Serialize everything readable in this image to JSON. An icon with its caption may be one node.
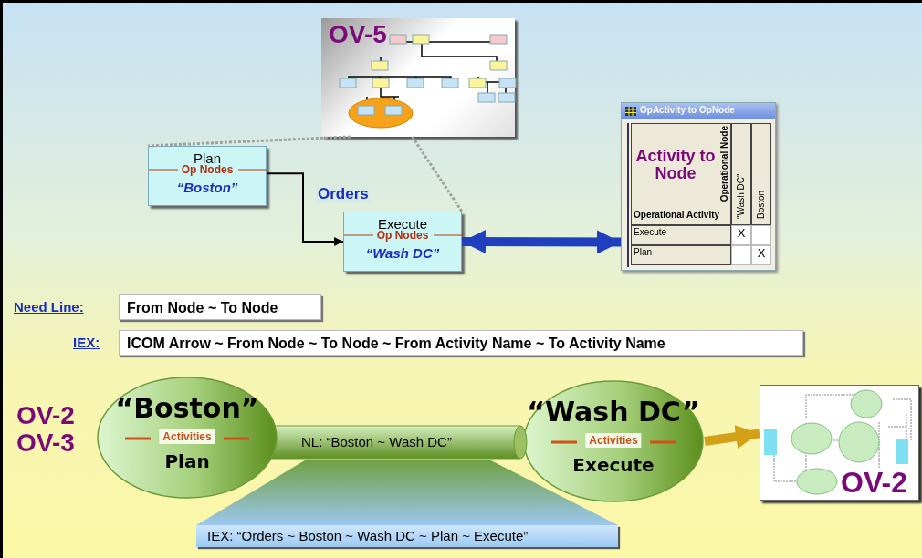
{
  "diagram": {
    "nodes": [
      {
        "text": [
          "OV-5"
        ]
      },
      {
        "text": [
          "Plan",
          "Op Nodes",
          "“Boston”"
        ]
      },
      {
        "text": [
          "Execute",
          "Op Nodes",
          "“Wash DC”"
        ]
      },
      {
        "text": [
          "OpActivity to OpNode",
          "Activity to Node",
          "Operational Activity",
          "Operational Node",
          "\"Wash DC\"",
          "Boston",
          "Execute",
          "X",
          "Plan",
          "X"
        ]
      },
      {
        "text": [
          "From Node ~ To Node"
        ],
        "beside": [
          "Need Line:"
        ]
      },
      {
        "text": [
          "ICOM Arrow ~ From Node ~ To Node ~ From Activity Name ~ To Activity Name"
        ],
        "beside": [
          "IEX:"
        ]
      },
      {
        "text": [
          "“Boston”",
          "Activities",
          "Plan"
        ]
      },
      {
        "text": [
          "NL: “Boston ~ Wash DC”"
        ]
      },
      {
        "text": [
          "“Wash DC”",
          "Activities",
          "Execute"
        ]
      },
      {
        "text": [
          "IEX: “Orders ~ Boston ~ Wash DC ~ Plan ~ Execute”"
        ]
      },
      {
        "text": [
          "OV-2"
        ]
      }
    ],
    "edges": [
      {
        "from": 1,
        "to": 2,
        "arrow": "to",
        "label": "Orders",
        "color": "#000000"
      },
      {
        "from": 0,
        "to": 1,
        "arrow": "none",
        "style": "dashed",
        "color": "#a0a0a0"
      },
      {
        "from": 0,
        "to": 2,
        "arrow": "none",
        "style": "dashed",
        "color": "#a0a0a0"
      },
      {
        "from": 2,
        "to": 3,
        "arrow": "both",
        "style": "thick",
        "color": "#1f3fbf"
      },
      {
        "from": 8,
        "to": 10,
        "arrow": "to",
        "style": "thick",
        "color": "#d4a017"
      },
      {
        "from": 7,
        "to": 9,
        "arrow": "none",
        "style": "thick",
        "color": "#6fa040"
      }
    ],
    "labels": [
      "OV-2",
      "OV-3"
    ]
  }
}
